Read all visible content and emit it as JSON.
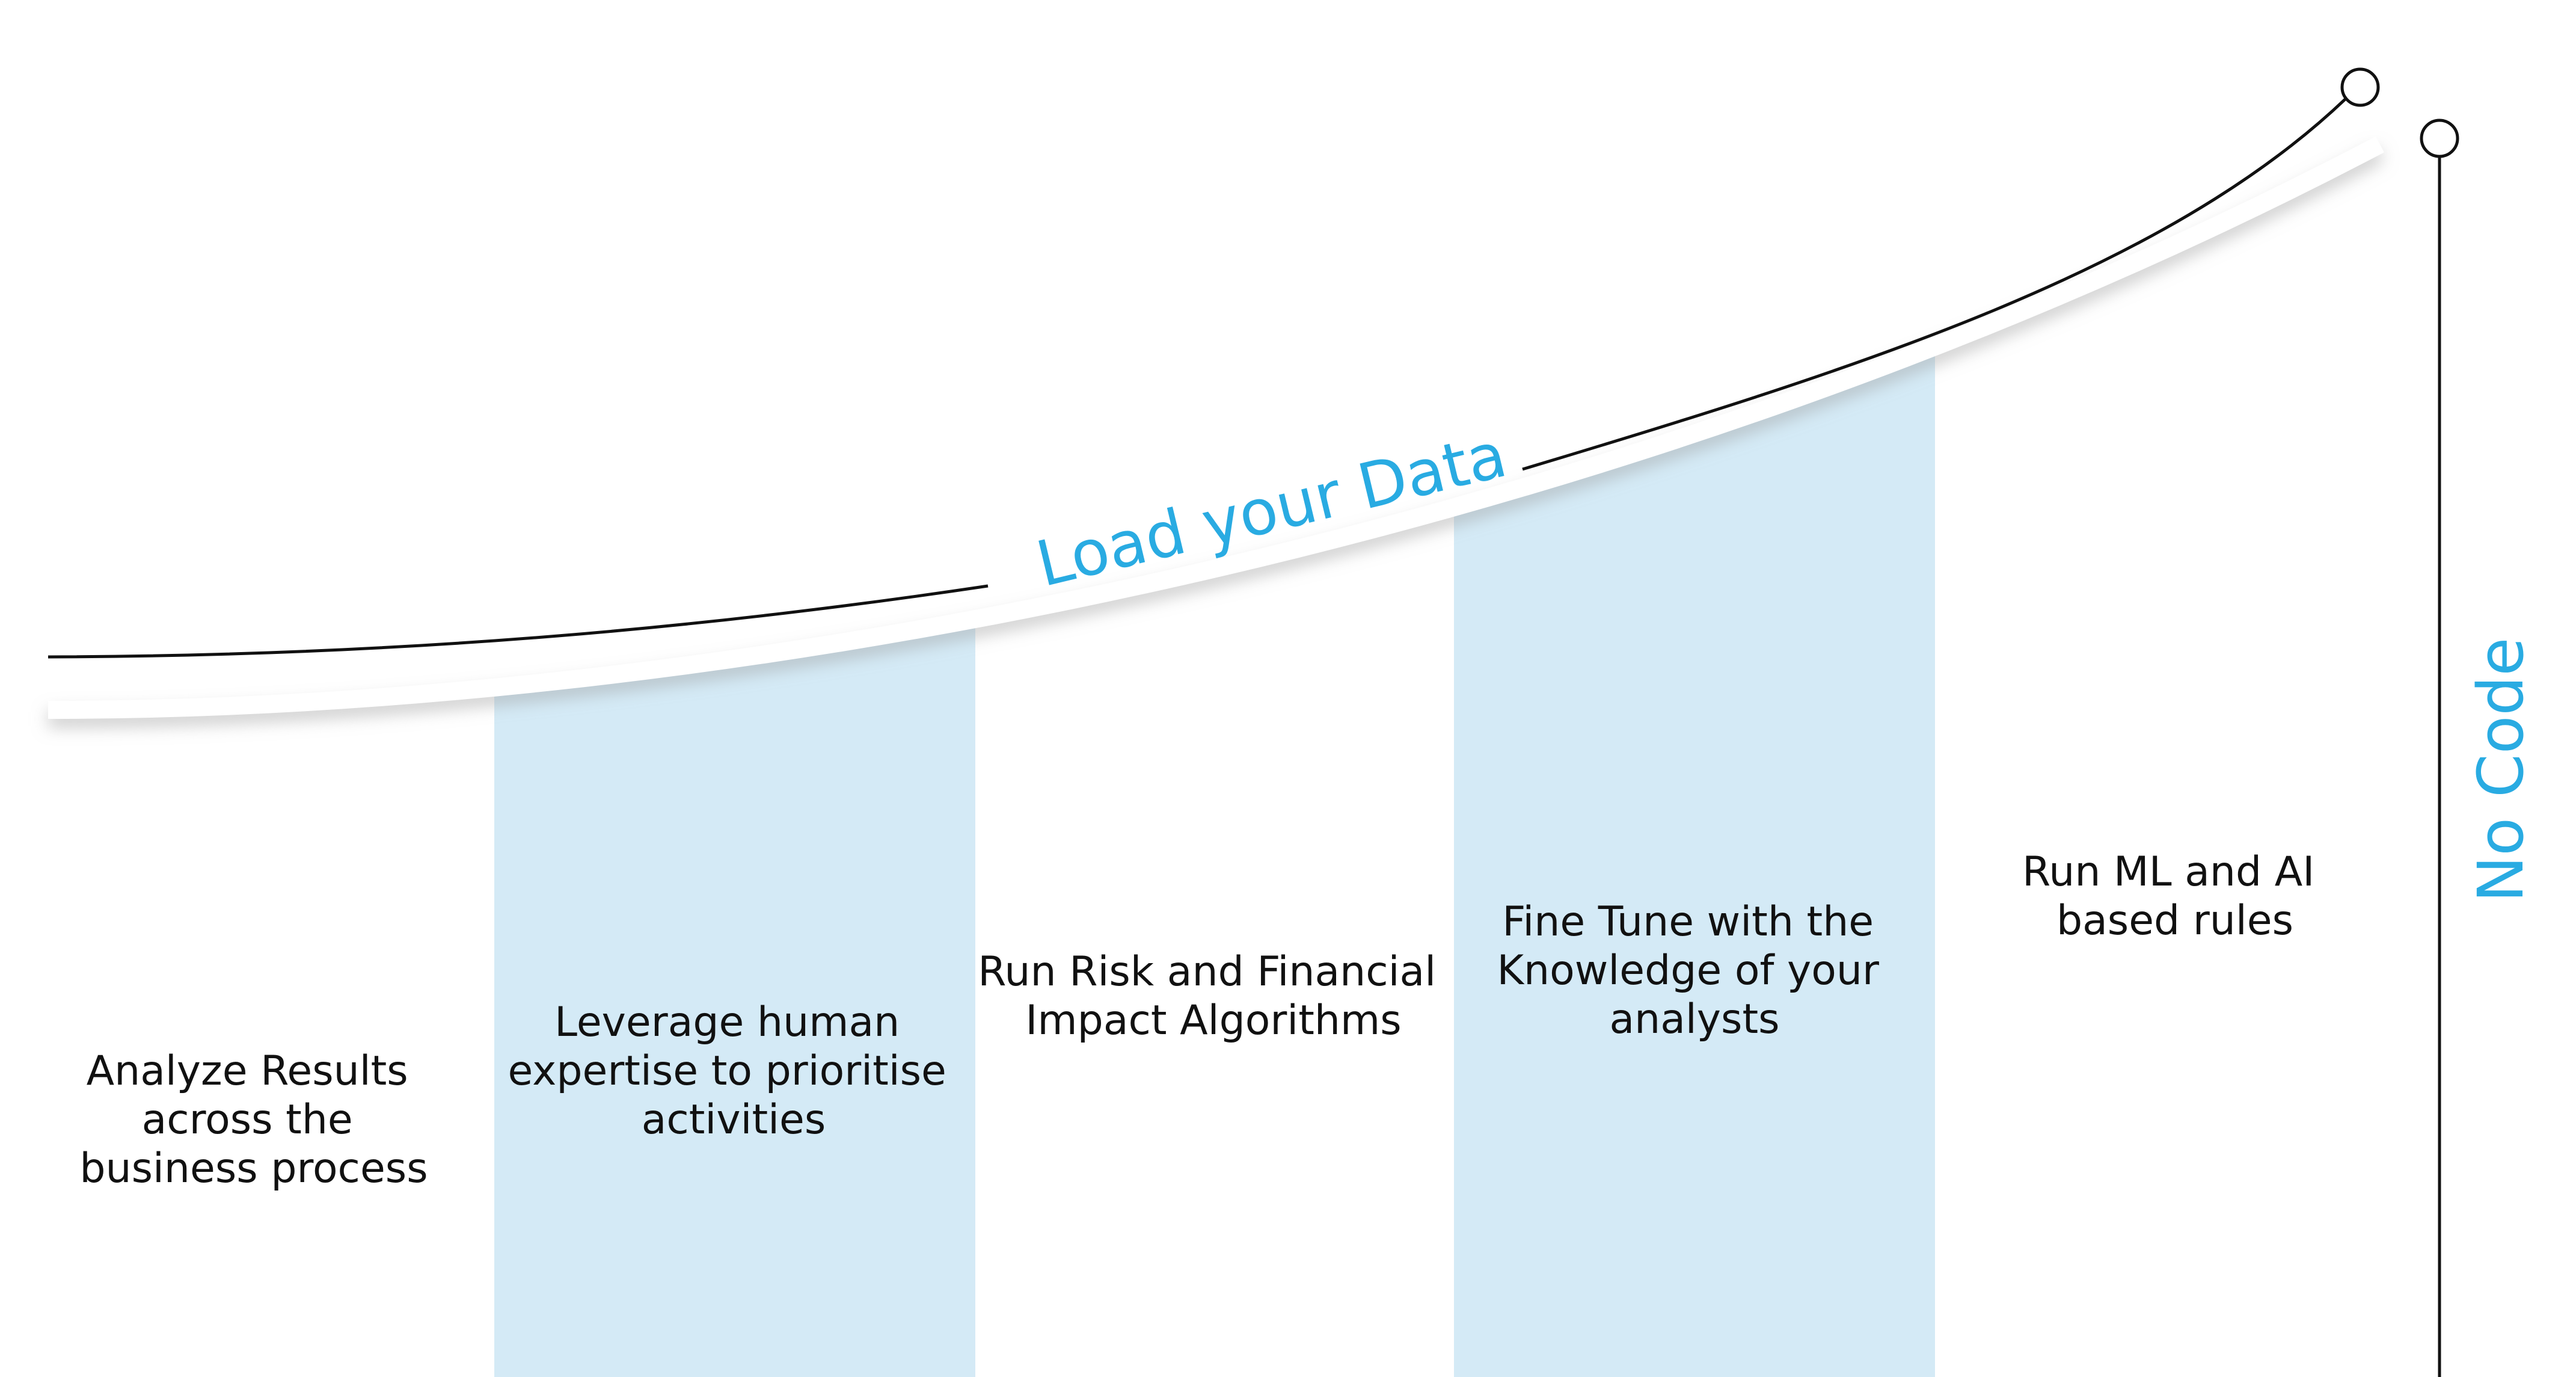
{
  "curve_label": "Load your Data",
  "axis_label": "No Code",
  "steps": [
    {
      "lines": [
        "Analyze Results",
        "across the",
        "business process"
      ],
      "highlighted": false
    },
    {
      "lines": [
        "Leverage human",
        "expertise to prioritise",
        "activities"
      ],
      "highlighted": true
    },
    {
      "lines": [
        "Run Risk and Financial",
        "Impact Algorithms"
      ],
      "highlighted": false
    },
    {
      "lines": [
        "Fine Tune with the",
        "Knowledge of your",
        "analysts"
      ],
      "highlighted": true
    },
    {
      "lines": [
        "Run ML and AI",
        "based rules"
      ],
      "highlighted": false
    }
  ],
  "colors": {
    "accent": "#29abe2",
    "band": "#d4eaf6",
    "line": "#111111",
    "text": "#111111"
  }
}
